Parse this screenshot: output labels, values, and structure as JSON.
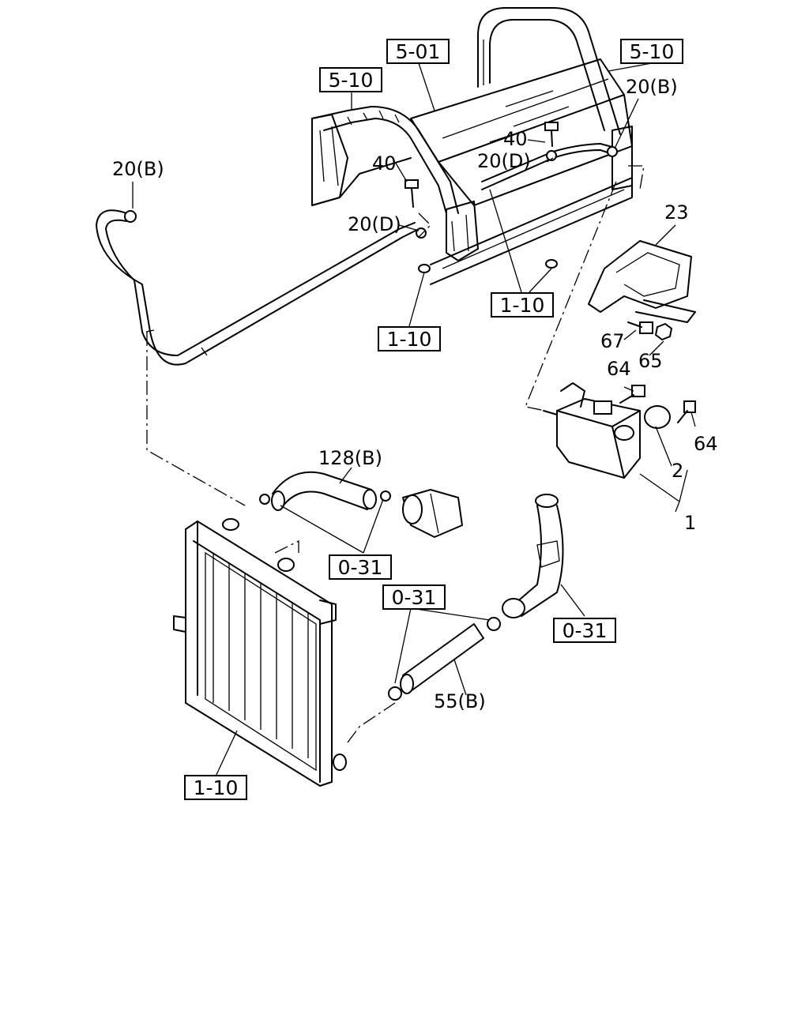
{
  "boxed_refs": {
    "frame_top": "5-01",
    "pipe_left": "5-10",
    "pipe_right": "5-10",
    "bracket_mid": "1-10",
    "bracket_right": "1-10",
    "engine_hose": "0-31",
    "lower_pipe_upper": "0-31",
    "lower_pipe_right": "0-31",
    "radiator": "1-10"
  },
  "part_labels": {
    "clip_20b_left": "20(B)",
    "clip_20b_right": "20(B)",
    "clip_20d_mid": "20(D)",
    "clip_20d_right": "20(D)",
    "bolt_40_left": "40",
    "bolt_40_right": "40",
    "bracket_23": "23",
    "bolt_67": "67",
    "bolt_64_upper": "64",
    "nut_65": "65",
    "bolt_64_right": "64",
    "cap_2": "2",
    "tank_1": "1",
    "hose_128b": "128(B)",
    "hose_55b": "55(B)"
  }
}
